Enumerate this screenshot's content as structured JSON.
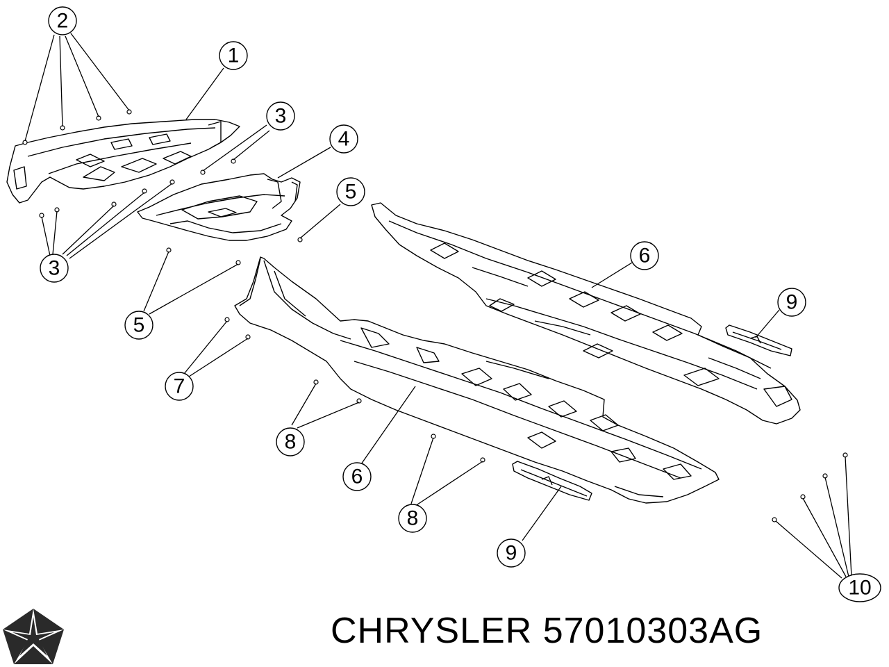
{
  "callouts": [
    {
      "id": "c2a",
      "label": "2"
    },
    {
      "id": "c1",
      "label": "1"
    },
    {
      "id": "c3a",
      "label": "3"
    },
    {
      "id": "c4",
      "label": "4"
    },
    {
      "id": "c5a",
      "label": "5"
    },
    {
      "id": "c6a",
      "label": "6"
    },
    {
      "id": "c3b",
      "label": "3"
    },
    {
      "id": "c5b",
      "label": "5"
    },
    {
      "id": "c9a",
      "label": "9"
    },
    {
      "id": "c7",
      "label": "7"
    },
    {
      "id": "c8a",
      "label": "8"
    },
    {
      "id": "c6b",
      "label": "6"
    },
    {
      "id": "c8b",
      "label": "8"
    },
    {
      "id": "c9b",
      "label": "9"
    },
    {
      "id": "c10",
      "label": "10"
    }
  ],
  "footer": {
    "brand": "CHRYSLER",
    "part_number": "57010303AG"
  }
}
